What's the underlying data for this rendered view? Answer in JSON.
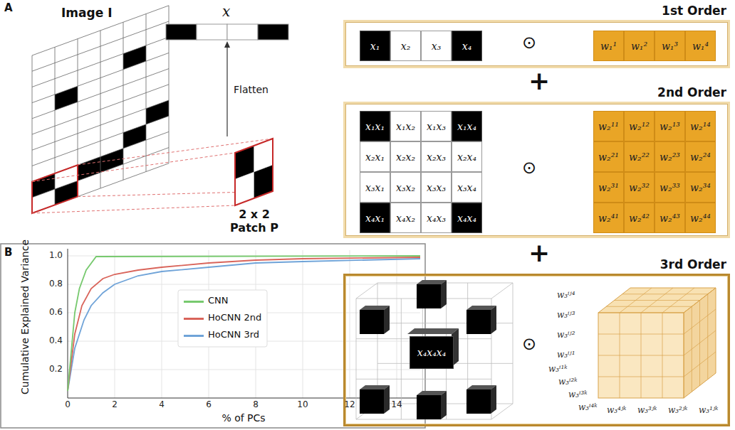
{
  "diagram": {
    "nodes": [
      {
        "text": [
          "1st Order"
        ]
      },
      {
        "text": [
          "x₁"
        ],
        "in": 0
      },
      {
        "text": [
          "x₂"
        ],
        "in": 0
      },
      {
        "text": [
          "x₃"
        ],
        "in": 0
      },
      {
        "text": [
          "x₄"
        ],
        "in": 0
      },
      {
        "text": [
          "w₁¹"
        ],
        "in": 0
      },
      {
        "text": [
          "w₁²"
        ],
        "in": 0
      },
      {
        "text": [
          "w₁³"
        ],
        "in": 0
      },
      {
        "text": [
          "w₁⁴"
        ],
        "in": 0
      },
      {
        "text": [
          "2nd Order"
        ]
      },
      {
        "text": [
          "x₁x₁"
        ],
        "in": 9
      },
      {
        "text": [
          "x₁x₂"
        ],
        "in": 9
      },
      {
        "text": [
          "x₁x₃"
        ],
        "in": 9
      },
      {
        "text": [
          "x₁x₄"
        ],
        "in": 9
      },
      {
        "text": [
          "x₂x₁"
        ],
        "in": 9
      },
      {
        "text": [
          "x₂x₂"
        ],
        "in": 9
      },
      {
        "text": [
          "x₂x₃"
        ],
        "in": 9
      },
      {
        "text": [
          "x₂x₄"
        ],
        "in": 9
      },
      {
        "text": [
          "x₃x₁"
        ],
        "in": 9
      },
      {
        "text": [
          "x₃x₂"
        ],
        "in": 9
      },
      {
        "text": [
          "x₃x₃"
        ],
        "in": 9
      },
      {
        "text": [
          "x₃x₄"
        ],
        "in": 9
      },
      {
        "text": [
          "x₄x₁"
        ],
        "in": 9
      },
      {
        "text": [
          "x₄x₂"
        ],
        "in": 9
      },
      {
        "text": [
          "x₄x₃"
        ],
        "in": 9
      },
      {
        "text": [
          "x₄x₄"
        ],
        "in": 9
      },
      {
        "text": [
          "w₂¹¹"
        ],
        "in": 9
      },
      {
        "text": [
          "w₂¹²"
        ],
        "in": 9
      },
      {
        "text": [
          "w₂¹³"
        ],
        "in": 9
      },
      {
        "text": [
          "w₂¹⁴"
        ],
        "in": 9
      },
      {
        "text": [
          "w₂²¹"
        ],
        "in": 9
      },
      {
        "text": [
          "w₂²²"
        ],
        "in": 9
      },
      {
        "text": [
          "w₂²³"
        ],
        "in": 9
      },
      {
        "text": [
          "w₂²⁴"
        ],
        "in": 9
      },
      {
        "text": [
          "w₂³¹"
        ],
        "in": 9
      },
      {
        "text": [
          "w₂³²"
        ],
        "in": 9
      },
      {
        "text": [
          "w₂³³"
        ],
        "in": 9
      },
      {
        "text": [
          "w₂³⁴"
        ],
        "in": 9
      },
      {
        "text": [
          "w₂⁴¹"
        ],
        "in": 9
      },
      {
        "text": [
          "w₂⁴²"
        ],
        "in": 9
      },
      {
        "text": [
          "w₂⁴³"
        ],
        "in": 9
      },
      {
        "text": [
          "w₂⁴⁴"
        ],
        "in": 9
      },
      {
        "text": [
          "3rd Order"
        ]
      },
      {
        "text": [
          "x₄x₄x₄"
        ],
        "in": 42
      }
    ],
    "labels": [
      "A",
      "Image I",
      "x",
      "Flatten",
      "2 x 2 Patch P",
      "B",
      "⊙",
      "+",
      "⊙",
      "+",
      "⊙",
      "Cumulative Explained Variance",
      "% of PCs",
      "0.2",
      "0.4",
      "0.6",
      "0.8",
      "1.0",
      "0",
      "2",
      "4",
      "6",
      "8",
      "10",
      "12",
      "14",
      "w₃ⁱʲ⁴",
      "w₃ⁱʲ³",
      "w₃ⁱʲ²",
      "w₃ⁱʲ¹",
      "w₃ⁱ¹ᵏ",
      "w₃ⁱ²ᵏ",
      "w₃ⁱ³ᵏ",
      "w₃ⁱ⁴ᵏ",
      "w₃⁴ʲᵏ",
      "w₃³ʲᵏ",
      "w₃²ʲᵏ",
      "w₃¹ʲᵏ"
    ],
    "legend": [
      {
        "text": "CNN",
        "color": "#77c96e"
      },
      {
        "text": "HoCNN 2nd",
        "color": "#d9645a"
      },
      {
        "text": "HoCNN 3rd",
        "color": "#6fa3d8"
      }
    ]
  }
}
